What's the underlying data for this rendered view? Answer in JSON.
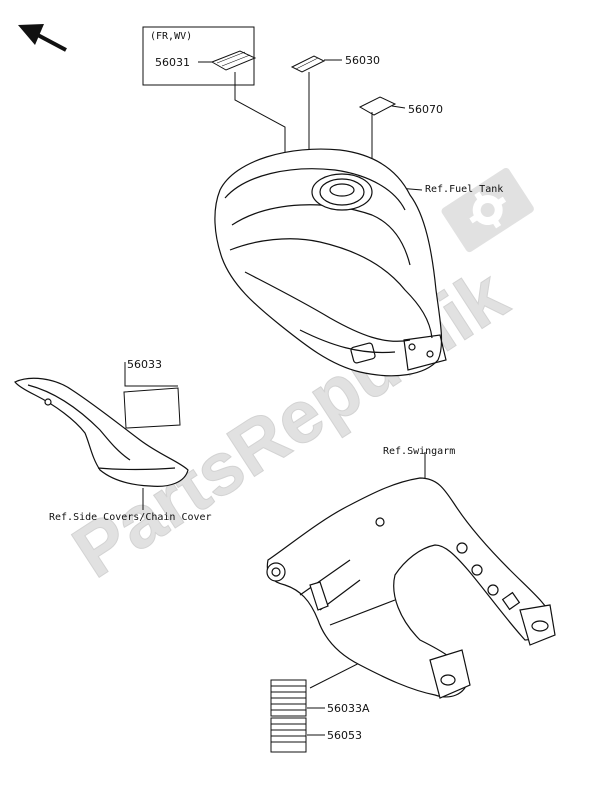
{
  "diagram": {
    "region_tag": "(FR,WV)",
    "parts": [
      {
        "id": "p56031",
        "number": "56031"
      },
      {
        "id": "p56030",
        "number": "56030"
      },
      {
        "id": "p56070",
        "number": "56070"
      },
      {
        "id": "p56033",
        "number": "56033"
      },
      {
        "id": "p56033A",
        "number": "56033A"
      },
      {
        "id": "p56053",
        "number": "56053"
      }
    ],
    "references": {
      "fuel_tank": "Ref.Fuel Tank",
      "swingarm": "Ref.Swingarm",
      "side_covers": "Ref.Side Covers/Chain Cover"
    },
    "watermark": "PartsRepublik",
    "colors": {
      "line": "#111111",
      "watermark": "#d9d9d9"
    }
  }
}
